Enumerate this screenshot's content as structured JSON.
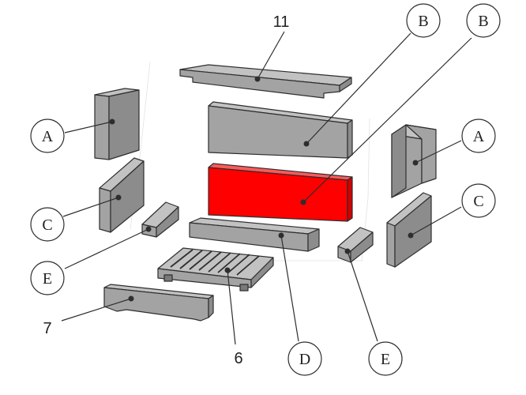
{
  "callouts": {
    "a_left": "A",
    "a_right": "A",
    "b_top1": "B",
    "b_top2": "B",
    "c_left": "C",
    "c_right": "C",
    "d_bottom": "D",
    "e_left": "E",
    "e_bottom": "E"
  },
  "numbers": {
    "n11": "11",
    "n7": "7",
    "n6": "6"
  },
  "colors": {
    "highlight": "#ff0000",
    "part_gray": "#a3a3a3",
    "outline": "#2e2e2e"
  }
}
